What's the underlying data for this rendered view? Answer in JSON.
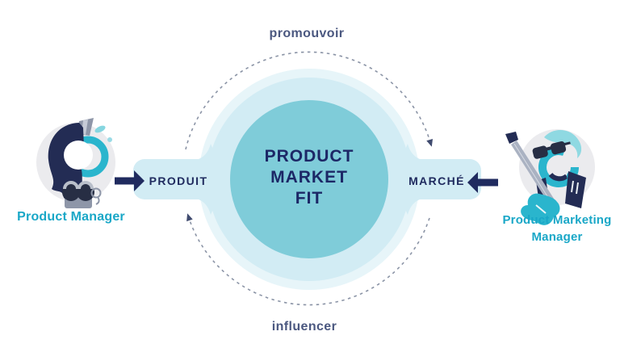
{
  "diagram": {
    "center_title_lines": [
      "PRODUCT",
      "MARKET",
      "FIT"
    ],
    "cycle": {
      "top_label": "promouvoir",
      "bottom_label": "influencer"
    },
    "product_side": {
      "band_label": "PRODUIT",
      "role_label": "Product Manager"
    },
    "market_side": {
      "band_label": "MARCHÉ",
      "role_label_lines": [
        "Product Marketing",
        "Manager"
      ]
    },
    "colors": {
      "inner_circle": "#7fccd9",
      "outer_ring": "#d2ecf4",
      "glow_ring": "#e7f5f9",
      "navy": "#202b5f",
      "navy_title": "#1c2766",
      "slate_label": "#4b5880",
      "dashed_stroke": "#8b94a6",
      "arrowhead": "#3f4a6e",
      "teal_label": "#19a7c7",
      "avatar_bg": "#ebebee",
      "avatar_navy": "#232c54",
      "avatar_teal": "#2ab5cd",
      "avatar_light_teal": "#8fd9e2",
      "avatar_dark": "#272e44",
      "avatar_gray": "#8e96a8"
    }
  }
}
